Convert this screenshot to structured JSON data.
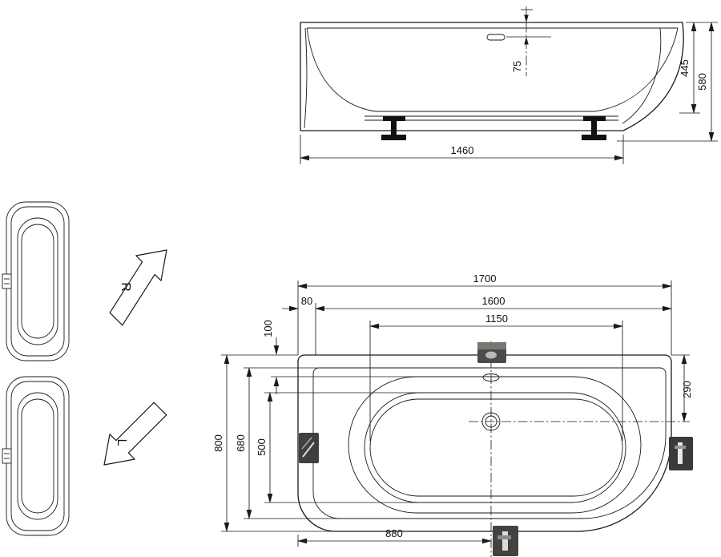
{
  "drawing": {
    "type": "bathtub technical dimension drawing",
    "views": [
      "front elevation",
      "plan view",
      "orientation icons"
    ]
  },
  "side_view": {
    "faucet_hole_offset": "75",
    "inner_depth": "445",
    "total_height": "580",
    "base_length": "1460"
  },
  "plan_view": {
    "total_length": "1700",
    "length_minus_corner": "1600",
    "basin_length": "1150",
    "corner_offset": "80",
    "rim_offset": "100",
    "drain_offset_from_edge": "290",
    "total_width": "800",
    "inner_width": "680",
    "basin_width": "500",
    "drain_offset_from_left": "880"
  },
  "orientation": {
    "right": "R",
    "left": "L"
  },
  "colors": {
    "line": "#1a1a1a",
    "background": "#ffffff",
    "marker_dark": "#3d3d3b"
  }
}
